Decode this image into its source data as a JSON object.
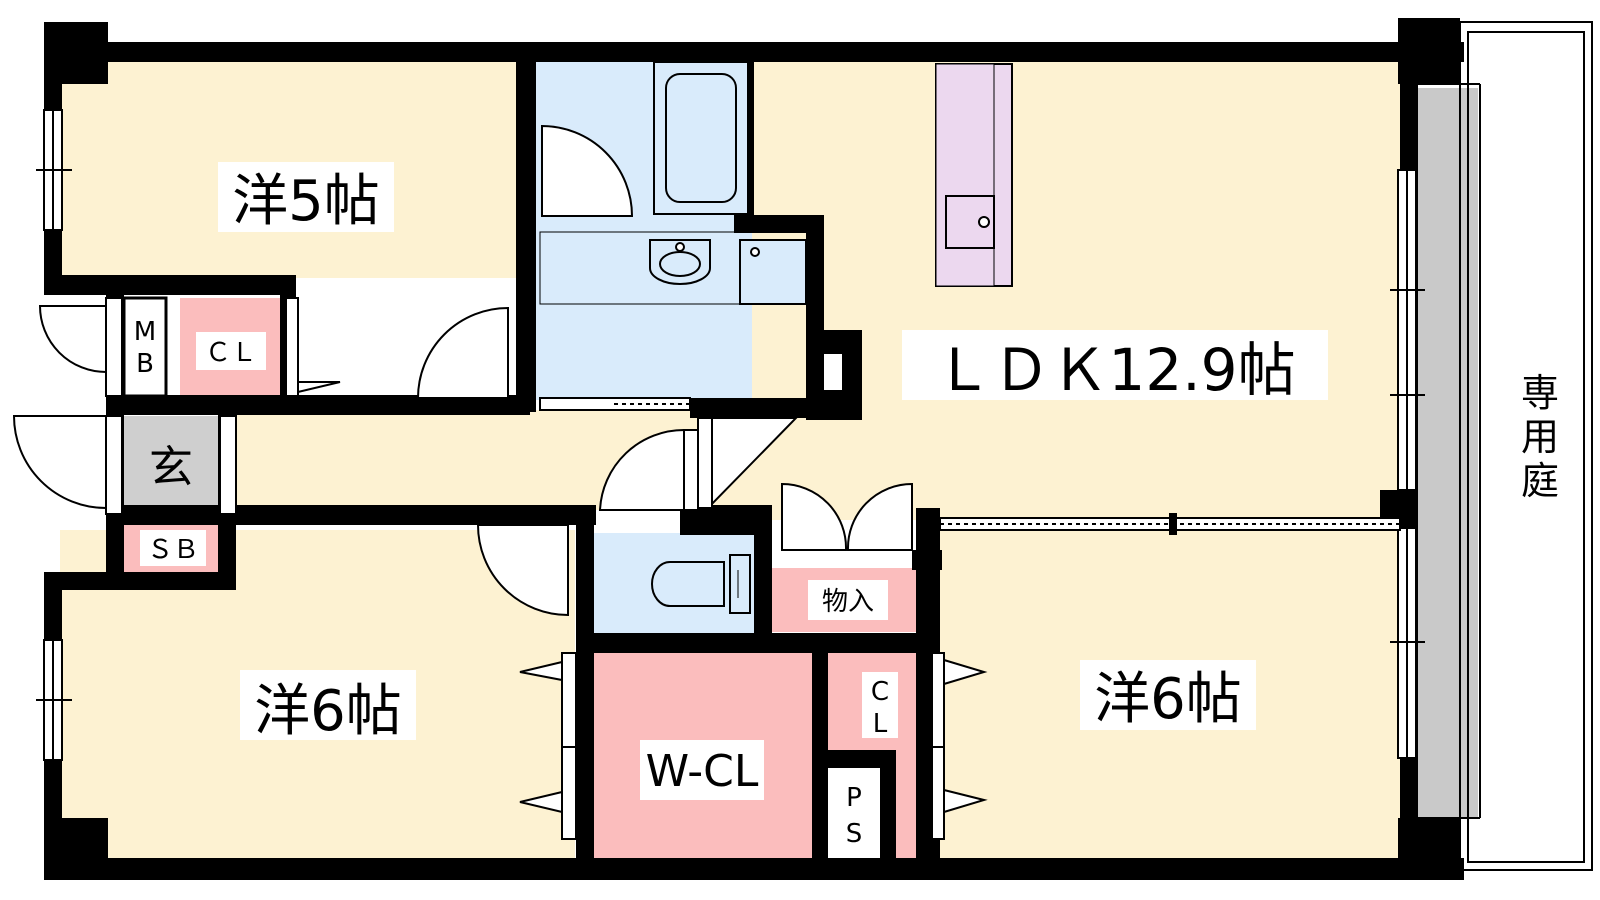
{
  "rooms": {
    "western_5": "洋5帖",
    "ldk": "ＬＤＫ12.9帖",
    "entrance": "玄",
    "mb_1": "M",
    "mb_2": "B",
    "cl_upper": "ＣＬ",
    "sb": "ＳＢ",
    "western_6_left": "洋6帖",
    "western_6_right": "洋6帖",
    "storage": "物入",
    "wcl": "W-CL",
    "cl_right_1": "C",
    "cl_right_2": "L",
    "ps_1": "P",
    "ps_2": "S",
    "garden_1": "専",
    "garden_2": "用",
    "garden_3": "庭"
  },
  "colors": {
    "beige": "#fdf2d2",
    "pink": "#fbbdbd",
    "blue": "#d9ebfb",
    "gray": "#cfcfcf",
    "lavender": "#ecd8ef",
    "wall": "#000000",
    "garden": "#c9c9c9"
  }
}
